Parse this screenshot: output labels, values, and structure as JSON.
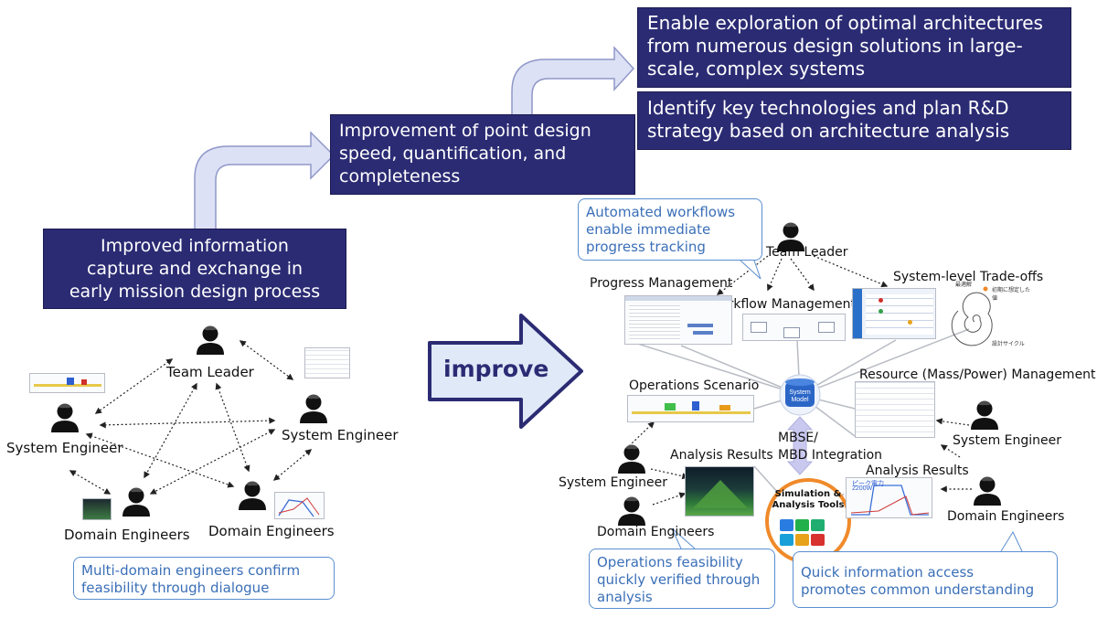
{
  "goals": {
    "goal_top": "Enable exploration of optimal architectures\nfrom numerous design solutions in large-\nscale, complex systems",
    "goal_second": "Identify key technologies and plan R&D\nstrategy based on architecture analysis",
    "goal_middle": "Improvement of point design\nspeed, quantification, and\ncompleteness",
    "goal_bottom": "Improved information\ncapture and exchange in\nearly mission design process"
  },
  "improve_label": "improve",
  "left": {
    "team_leader": "Team Leader",
    "system_engineer": "System Engineer",
    "system_engineer_2": "System Engineer",
    "domain_engineers_1": "Domain Engineers",
    "domain_engineers_2": "Domain Engineers",
    "callout": "Multi-domain engineers confirm\nfeasibility through dialogue"
  },
  "right": {
    "callout_workflows": "Automated workflows\nenable immediate\nprogress tracking",
    "team_leader": "Team Leader",
    "progress_management": "Progress Management",
    "workflow_management": "Workflow Management",
    "tradeoffs": "System-level Trade-offs",
    "operations_scenario": "Operations Scenario",
    "resource_management": "Resource (Mass/Power) Management",
    "system_model": "System\nModel",
    "mbse": "MBSE/\nMBD Integration",
    "analysis_results_1": "Analysis Results",
    "analysis_results_2": "Analysis Results",
    "system_engineer_1": "System Engineer",
    "system_engineer_2": "System Engineer",
    "domain_engineers_1": "Domain Engineers",
    "domain_engineers_2": "Domain Engineers",
    "sim_tools": "Simulation &\nAnalysis Tools",
    "callout_ops": "Operations feasibility\nquickly verified through\nanalysis",
    "callout_access": "Quick information access\npromotes common understanding",
    "tradeoff_top_label": "最適解",
    "tradeoff_right_label": "初期に想定した値",
    "tradeoff_bottom_label": "設計サイクル",
    "power_label": "ピーク電力",
    "power_value": "2200W"
  },
  "colors": {
    "navy": "#2b2b74",
    "arrow_fill": "#dde1f5",
    "arrow_stroke": "#8f97c8",
    "improve_fill": "#dfe9f7",
    "improve_stroke": "#2b2b74",
    "callout_text": "#3a6fb8",
    "sim_ring": "#f08a2a"
  }
}
